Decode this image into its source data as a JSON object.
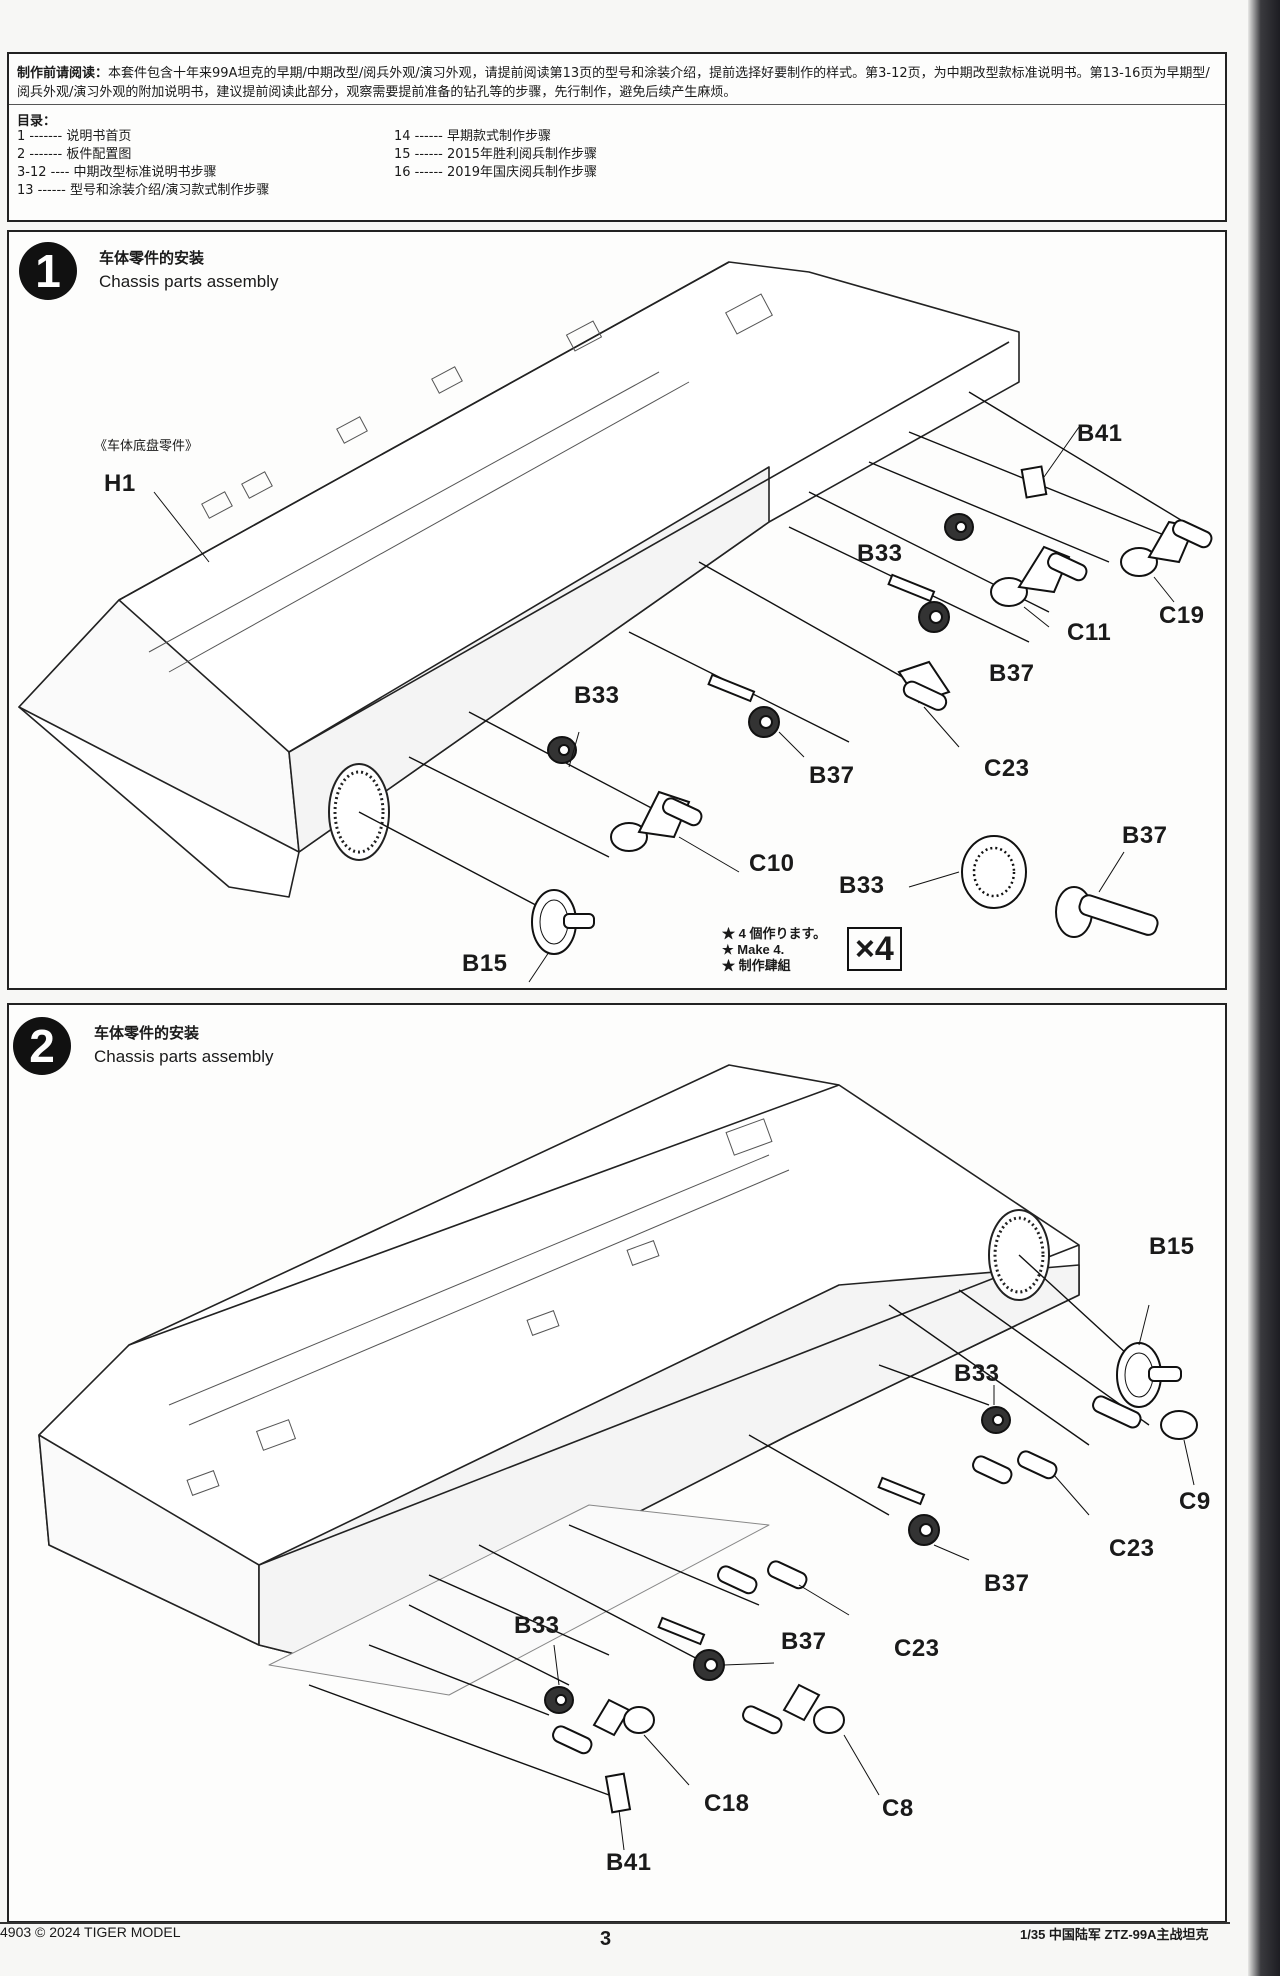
{
  "intro": {
    "heading": "制作前请阅读：",
    "body": "本套件包含十年来99A坦克的早期/中期改型/阅兵外观/演习外观，请提前阅读第13页的型号和涂装介绍，提前选择好要制作的样式。第3-12页，为中期改型款标准说明书。第13-16页为早期型/阅兵外观/演习外观的附加说明书，建议提前阅读此部分，观察需要提前准备的钻孔等的步骤，先行制作，避免后续产生麻烦。",
    "toc_title": "目录：",
    "toc_left": [
      "1 ------- 说明书首页",
      "2 ------- 板件配置图",
      "3-12 ---- 中期改型标准说明书步骤",
      "13 ------ 型号和涂装介绍/演习款式制作步骤"
    ],
    "toc_right": [
      "14 ------ 早期款式制作步骤",
      "15 ------ 2015年胜利阅兵制作步骤",
      "16 ------ 2019年国庆阅兵制作步骤"
    ]
  },
  "step1": {
    "number": "1",
    "title_zh": "车体零件的安装",
    "title_en": "Chassis parts assembly",
    "hull_caption": "《车体底盘零件》",
    "parts": {
      "h1": "H1",
      "b41": "B41",
      "b33_top": "B33",
      "c19": "C19",
      "c11": "C11",
      "b37_right": "B37",
      "b33_mid": "B33",
      "c23": "C23",
      "b37_mid": "B37",
      "c10": "C10",
      "b15": "B15",
      "b33_sub": "B33",
      "b37_sub": "B37"
    },
    "make_note": [
      "★ 4 個作ります。",
      "★ Make 4.",
      "★ 制作肆組"
    ],
    "multiplier": "×4"
  },
  "step2": {
    "number": "2",
    "title_zh": "车体零件的安装",
    "title_en": "Chassis parts assembly",
    "parts": {
      "b15": "B15",
      "b33_top": "B33",
      "c9": "C9",
      "c23_right": "C23",
      "b37_right": "B37",
      "b33_bottom": "B33",
      "b37_mid": "B37",
      "c23_mid": "C23",
      "c18": "C18",
      "c8": "C8",
      "b41": "B41"
    }
  },
  "footer": {
    "left": "4903 © 2024 TIGER MODEL",
    "page_number": "3",
    "right": "1/35 中国陆军 ZTZ-99A主战坦克"
  }
}
